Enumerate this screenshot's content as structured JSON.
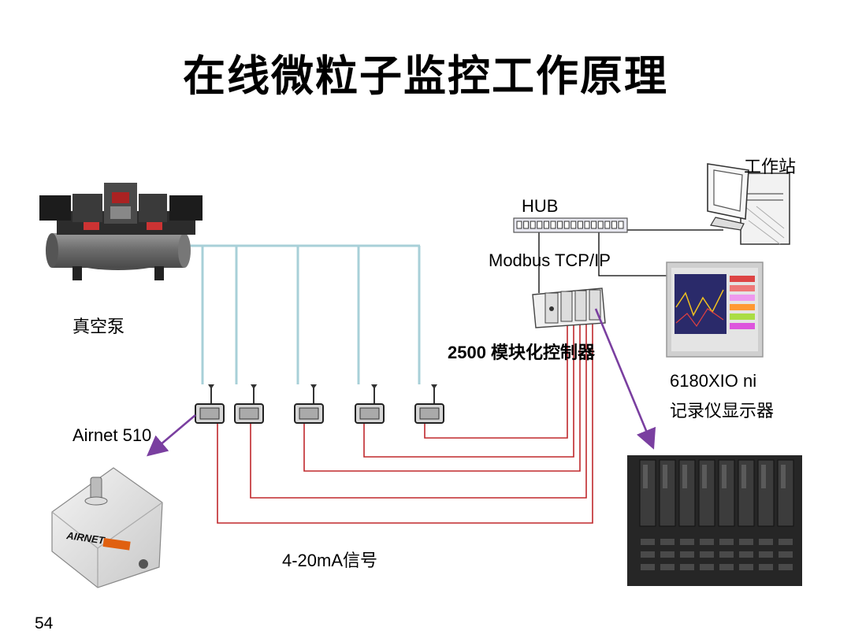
{
  "slide": {
    "title": "在线微粒子监控工作原理",
    "page_number": "54"
  },
  "labels": {
    "workstation": "工作站",
    "hub": "HUB",
    "protocol": "Modbus TCP/IP",
    "vacuum_pump": "真空泵",
    "controller": "2500 模块化控制器",
    "recorder_model": "6180XIO ni",
    "recorder_name": "记录仪显示器",
    "sensor": "Airnet 510",
    "signal": "4-20mA信号",
    "sensor_brand": "AIRNET"
  },
  "colors": {
    "vacuum_line": "#a8d0d8",
    "signal_line": "#c0282c",
    "arrow": "#7a3fa0",
    "network_line": "#000000"
  },
  "icons": [
    "vacuum-pump-icon",
    "hub-icon",
    "workstation-icon",
    "controller-icon",
    "recorder-icon",
    "io-module-icon",
    "particle-sensor-icon",
    "sensor-probe-icon"
  ]
}
